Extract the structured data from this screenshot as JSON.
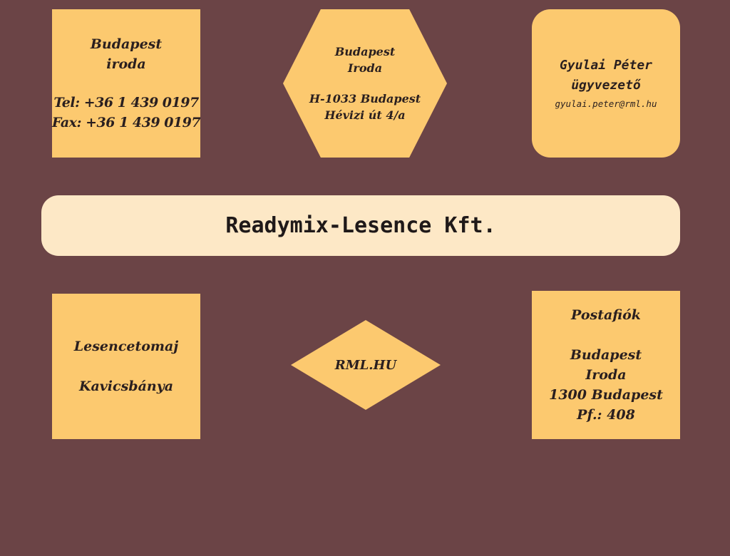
{
  "top_left": {
    "line1": "Budapest",
    "line2": "iroda",
    "tel": "Tel: +36 1 439 0197",
    "fax": "Fax: +36 1 439 0197"
  },
  "hexagon": {
    "line1": "Budapest",
    "line2": "Iroda",
    "line3": "H-1033 Budapest",
    "line4": "Hévizi út 4/a"
  },
  "top_right": {
    "name": "Gyulai Péter",
    "role": "ügyvezető",
    "email": "gyulai.peter@rml.hu"
  },
  "banner": {
    "title": "Readymix-Lesence Kft."
  },
  "bottom_left": {
    "line1": "Lesencetomaj",
    "line2": "Kavicsbánya"
  },
  "diamond": {
    "label": "RML.HU"
  },
  "bottom_right": {
    "line1": "Postafiók",
    "line2": "Budapest",
    "line3": "Iroda",
    "line4": "1300 Budapest",
    "line5": "Pf.: 408"
  },
  "colors": {
    "background": "#6b4446",
    "node_fill": "#fcc96f",
    "banner_fill": "#fde8c6"
  }
}
